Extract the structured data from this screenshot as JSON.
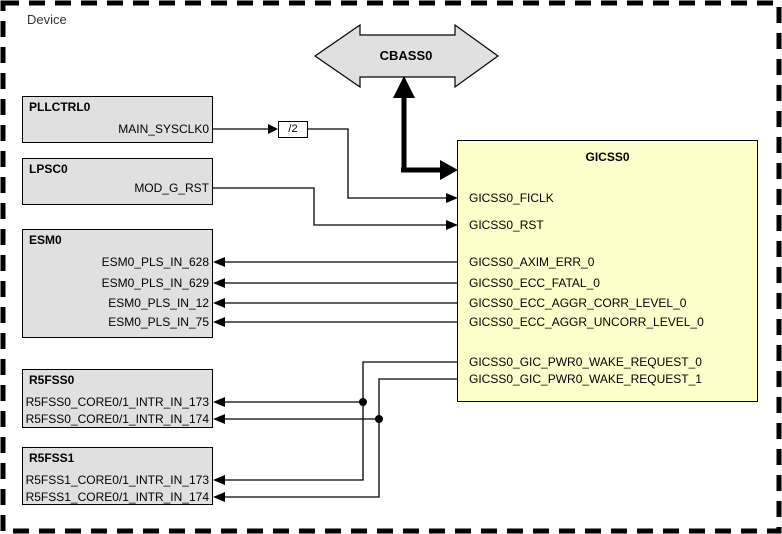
{
  "device_label": "Device",
  "bus": {
    "label": "CBASS0"
  },
  "clock_divider": {
    "label": "/2"
  },
  "blocks": {
    "pllctrl0": {
      "title": "PLLCTRL0",
      "signals": [
        "MAIN_SYSCLK0"
      ]
    },
    "lpsc0": {
      "title": "LPSC0",
      "signals": [
        "MOD_G_RST"
      ]
    },
    "esm0": {
      "title": "ESM0",
      "signals": [
        "ESM0_PLS_IN_628",
        "ESM0_PLS_IN_629",
        "ESM0_PLS_IN_12",
        "ESM0_PLS_IN_75"
      ]
    },
    "r5fss0": {
      "title": "R5FSS0",
      "signals": [
        "R5FSS0_CORE0/1_INTR_IN_173",
        "R5FSS0_CORE0/1_INTR_IN_174"
      ]
    },
    "r5fss1": {
      "title": "R5FSS1",
      "signals": [
        "R5FSS1_CORE0/1_INTR_IN_173",
        "R5FSS1_CORE0/1_INTR_IN_174"
      ]
    },
    "gicss0": {
      "title": "GICSS0",
      "ports": [
        "GICSS0_FICLK",
        "GICSS0_RST",
        "GICSS0_AXIM_ERR_0",
        "GICSS0_ECC_FATAL_0",
        "GICSS0_ECC_AGGR_CORR_LEVEL_0",
        "GICSS0_ECC_AGGR_UNCORR_LEVEL_0",
        "GICSS0_GIC_PWR0_WAKE_REQUEST_0",
        "GICSS0_GIC_PWR0_WAKE_REQUEST_1"
      ]
    }
  },
  "colors": {
    "block_fill": "#e0e0e0",
    "gicss0_fill": "#ffffcc",
    "divider_fill": "#ffffff",
    "line": "#000000",
    "background": "#ffffff",
    "device_label_color": "#333333"
  }
}
